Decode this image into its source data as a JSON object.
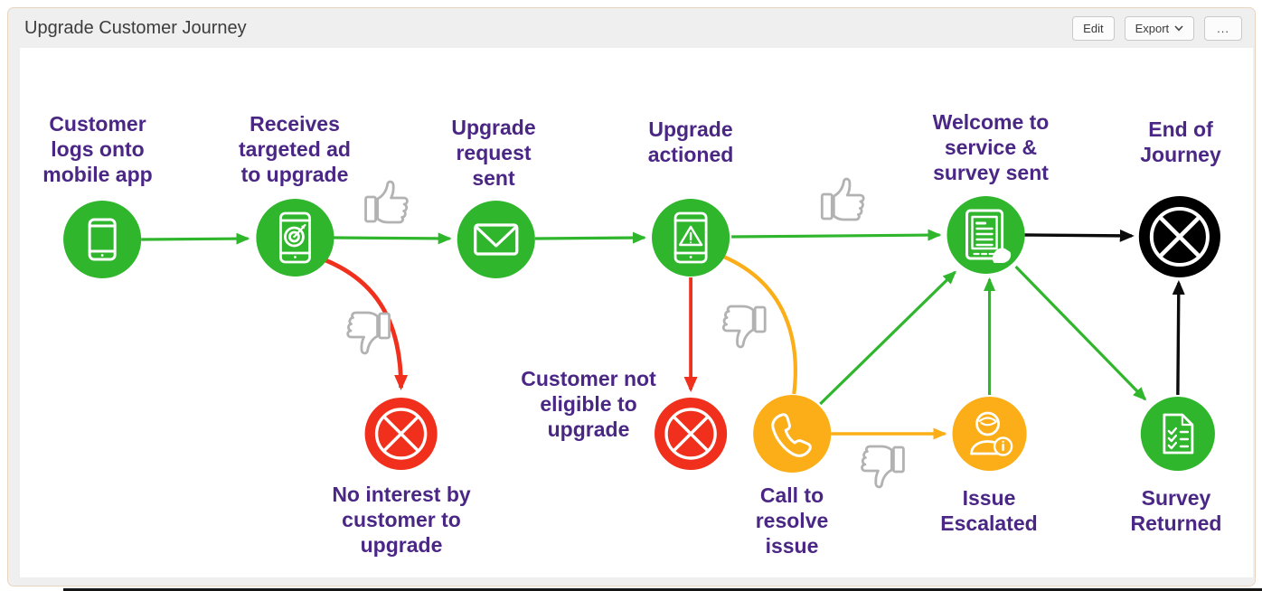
{
  "header": {
    "title": "Upgrade Customer Journey",
    "edit_label": "Edit",
    "export_label": "Export",
    "export_chevron_icon": "chevron-down",
    "more_label": "..."
  },
  "colors": {
    "node_green": "#2fb62c",
    "node_red": "#f0301c",
    "node_orange": "#fbae17",
    "node_black": "#000000",
    "label_purple": "#4a2784",
    "thumb_gray": "#b2b2b2",
    "header_bg": "#efefef",
    "card_border": "#e9d4c0"
  },
  "diagram": {
    "labels": {
      "customer_logs": "Customer\nlogs onto\nmobile app",
      "receives_ad": "Receives\ntargeted ad\nto upgrade",
      "request_sent": "Upgrade\nrequest\nsent",
      "upgrade_actioned": "Upgrade\nactioned",
      "welcome": "Welcome to\nservice &\nsurvey sent",
      "end_of_journey": "End of\nJourney",
      "no_interest": "No interest by\ncustomer to\nupgrade",
      "not_eligible": "Customer not\neligible to\nupgrade",
      "call_resolve": "Call to\nresolve\nissue",
      "issue_escalated": "Issue\nEscalated",
      "survey_returned": "Survey\nReturned"
    },
    "nodes": [
      {
        "id": "customer-logs-onto-mobile-app",
        "label": "Customer logs onto mobile app",
        "color": "green",
        "icon": "smartphone"
      },
      {
        "id": "receives-targeted-ad",
        "label": "Receives targeted ad to upgrade",
        "color": "green",
        "icon": "targeted-ad-phone"
      },
      {
        "id": "upgrade-request-sent",
        "label": "Upgrade request sent",
        "color": "green",
        "icon": "envelope"
      },
      {
        "id": "upgrade-actioned",
        "label": "Upgrade actioned",
        "color": "green",
        "icon": "phone-alert"
      },
      {
        "id": "welcome-survey-sent",
        "label": "Welcome to service & survey sent",
        "color": "green",
        "icon": "tablet-hand"
      },
      {
        "id": "end-of-journey",
        "label": "End of Journey",
        "color": "black",
        "icon": "circle-x"
      },
      {
        "id": "no-interest",
        "label": "No interest by customer to upgrade",
        "color": "red",
        "icon": "circle-x"
      },
      {
        "id": "not-eligible",
        "label": "Customer not eligible to upgrade",
        "color": "red",
        "icon": "circle-x"
      },
      {
        "id": "call-to-resolve",
        "label": "Call to resolve issue",
        "color": "orange",
        "icon": "phone-handset"
      },
      {
        "id": "issue-escalated",
        "label": "Issue Escalated",
        "color": "orange",
        "icon": "person-info"
      },
      {
        "id": "survey-returned",
        "label": "Survey Returned",
        "color": "green",
        "icon": "survey-checklist"
      }
    ],
    "edges": [
      {
        "from": "customer-logs-onto-mobile-app",
        "to": "receives-targeted-ad",
        "color": "green"
      },
      {
        "from": "receives-targeted-ad",
        "to": "upgrade-request-sent",
        "color": "green",
        "sentiment": "thumbs-up"
      },
      {
        "from": "receives-targeted-ad",
        "to": "no-interest",
        "color": "red",
        "sentiment": "thumbs-down"
      },
      {
        "from": "upgrade-request-sent",
        "to": "upgrade-actioned",
        "color": "green"
      },
      {
        "from": "upgrade-actioned",
        "to": "welcome-survey-sent",
        "color": "green",
        "sentiment": "thumbs-up"
      },
      {
        "from": "upgrade-actioned",
        "to": "not-eligible",
        "color": "red",
        "sentiment": "thumbs-down"
      },
      {
        "from": "upgrade-actioned",
        "to": "call-to-resolve",
        "color": "orange"
      },
      {
        "from": "call-to-resolve",
        "to": "welcome-survey-sent",
        "color": "green"
      },
      {
        "from": "call-to-resolve",
        "to": "issue-escalated",
        "color": "orange",
        "sentiment": "thumbs-down"
      },
      {
        "from": "issue-escalated",
        "to": "welcome-survey-sent",
        "color": "green"
      },
      {
        "from": "welcome-survey-sent",
        "to": "end-of-journey",
        "color": "black"
      },
      {
        "from": "welcome-survey-sent",
        "to": "survey-returned",
        "color": "green"
      },
      {
        "from": "survey-returned",
        "to": "end-of-journey",
        "color": "black"
      }
    ]
  }
}
